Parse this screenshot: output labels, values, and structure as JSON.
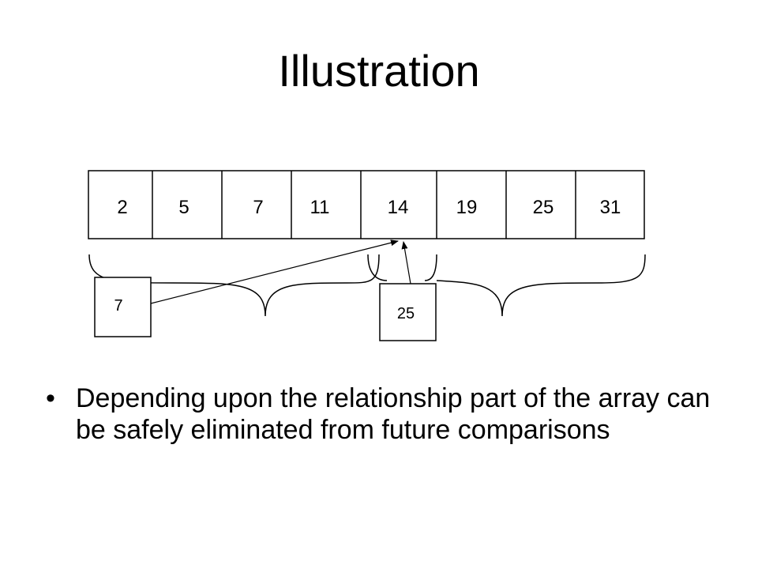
{
  "slide": {
    "title": "Illustration",
    "bullet_marker": "•",
    "bullet_text": "Depending upon the relationship part of the array can be safely eliminated from future comparisons"
  },
  "array": {
    "values": [
      "2",
      "5",
      "7",
      "11",
      "14",
      "19",
      "25",
      "31"
    ]
  },
  "search_boxes": {
    "first_value": "7",
    "second_value": "25"
  }
}
